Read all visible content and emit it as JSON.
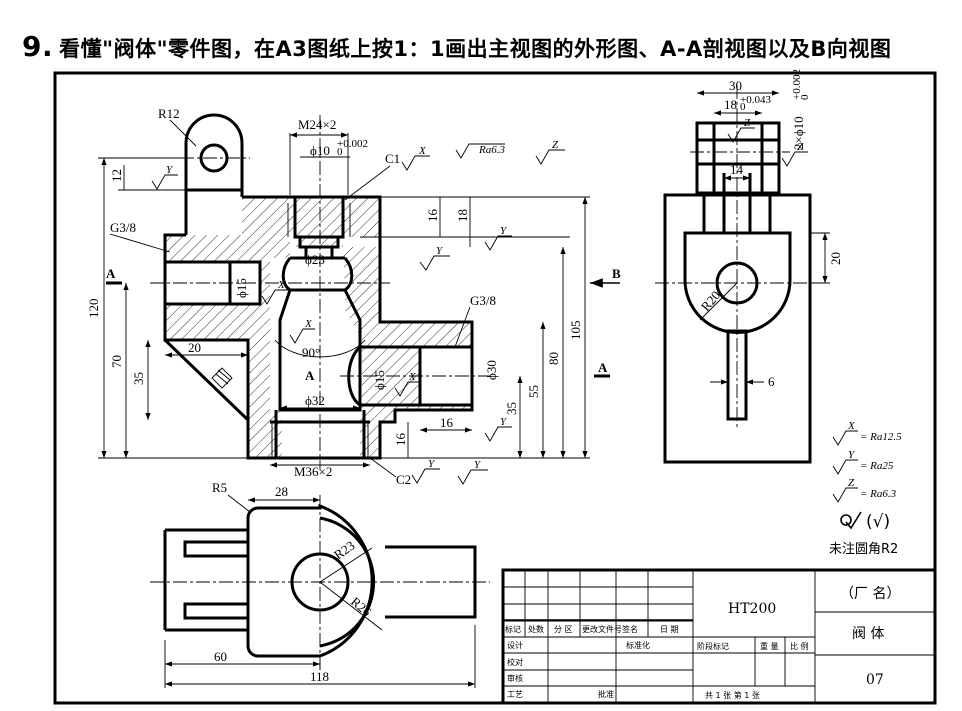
{
  "problem": {
    "number": "9.",
    "text": "看懂\"阀体\"零件图，在A3图纸上按1：1画出主视图的外形图、A-A剖视图以及B向视图"
  },
  "front_view": {
    "labels": {
      "r12": "R12",
      "m24": "M24×2",
      "phi10": "ϕ10",
      "phi10_tol": "+0.002",
      "phi10_tol2": "0",
      "c1": "C1",
      "ra63": "Ra6.3",
      "g38_left": "G3/8",
      "g38_right": "G3/8",
      "phi23": "ϕ23",
      "phi15_top": "ϕ15",
      "phi15_bot": "ϕ15",
      "phi30": "ϕ30",
      "phi32": "ϕ32",
      "m36": "M36×2",
      "c2": "C2",
      "angle90": "90°",
      "sect_a": "A",
      "b_arrow": "B"
    },
    "dims": {
      "d12": "12",
      "d16a": "16",
      "d18": "18",
      "d120": "120",
      "d70": "70",
      "d35a": "35",
      "d20": "20",
      "d105": "105",
      "d80": "80",
      "d55": "55",
      "d35b": "35",
      "d16b": "16",
      "d16c": "16"
    },
    "rough": {
      "x": "X",
      "y": "Y",
      "z": "Z"
    }
  },
  "side_view": {
    "dims": {
      "d30": "30",
      "d18": "18",
      "d18_tol": "+0.043",
      "d18_tol2": "0",
      "d2x10": "2×ϕ10",
      "d2x10_tol": "+0.002",
      "d2x10_tol2": "0",
      "d14": "14",
      "d20": "20",
      "r20": "R20",
      "d6": "6"
    }
  },
  "top_view": {
    "dims": {
      "r5": "R5",
      "d28": "28",
      "r23": "R23",
      "r26": "R26",
      "d60": "60",
      "d118": "118"
    }
  },
  "notes": {
    "x_eq": "= Ra12.5",
    "y_eq": "= Ra25",
    "z_eq": "= Ra6.3",
    "rest": "(√)",
    "fillet": "未注圆角R2"
  },
  "title_block": {
    "material": "HT200",
    "factory": "（厂  名）",
    "part_name": "阀 体",
    "drawing_no": "07",
    "headers": [
      "标记",
      "处数",
      "分 区",
      "更改文件号",
      "签名",
      "日 期"
    ],
    "rows": [
      "设计",
      "校对",
      "审核",
      "工艺"
    ],
    "std": "标准化",
    "approve": "批准",
    "stage": "阶段标记",
    "weight": "重 量",
    "scale": "比 例",
    "sheets": "共 1 张   第 1 张"
  }
}
